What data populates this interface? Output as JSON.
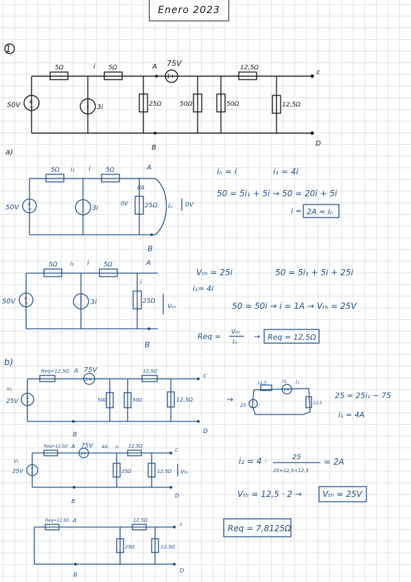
{
  "title": "Enero 2023",
  "problem_number": "1",
  "section_a": "a)",
  "section_b": "b)",
  "c1": {
    "r1": "5Ω",
    "i": "i",
    "r2": "5Ω",
    "a": "A",
    "vs2": "75V",
    "r5": "12,5Ω",
    "c": "c",
    "vs1": "50V",
    "dep": "3i",
    "r3": "25Ω",
    "r4": "50Ω",
    "r6": "50Ω",
    "r7": "12,5Ω",
    "b": "B",
    "d": "D"
  },
  "c2": {
    "r1": "5Ω",
    "i1": "i₁",
    "i": "i",
    "r2": "5Ω",
    "a": "A",
    "zero_a": "0A",
    "zero_v": "0V",
    "vs": "50V",
    "dep": "3i",
    "r3": "25Ω",
    "in": "iₙ",
    "zero_v2": "0V",
    "b": "B"
  },
  "c3": {
    "r1": "5Ω",
    "i1": "i₁",
    "i": "i",
    "r2": "5Ω",
    "a": "A",
    "vs": "50V",
    "dep": "3i",
    "i_branch": "i",
    "r3": "25Ω",
    "vth": "Vₜₕ",
    "b": "B"
  },
  "c4": {
    "req": "Req=12,5Ω",
    "a": "A",
    "vs": "75V",
    "r5": "12,5Ω",
    "c": "c",
    "v_label": "Vₐ",
    "v_value": "25V",
    "r4": "50Ω",
    "r6": "50Ω",
    "r7": "12,5Ω",
    "b": "B",
    "d": "D"
  },
  "c5": {
    "req": "Req=12,5Ω",
    "a": "A",
    "vs": "75V",
    "i_label": "4A",
    "i2": "i₂",
    "r5": "12,5Ω",
    "c": "c",
    "v_label": "Vₐ",
    "v_value": "25V",
    "r3": "25Ω",
    "r7": "12,5Ω",
    "vth": "Vₜₕ",
    "b": "B",
    "d": "D"
  },
  "c6": {
    "req": "Req=12,5Ω",
    "a": "A",
    "r5": "12,5Ω",
    "c": "c",
    "r3": "25Ω",
    "r7": "12,5Ω",
    "b": "B",
    "d": "D"
  },
  "mini": {
    "r1": "12,5",
    "vs": "75",
    "i1": "i₁",
    "src": "25",
    "r2": "12,5"
  },
  "eq": {
    "a1": "iₙ = i",
    "a2": "i₁ = 4i",
    "a3": "50 = 5i₁ + 5i  →  50 = 20i + 5i",
    "a4a": "i =",
    "a4b": "2A = iₙ",
    "b1": "Vₜₕ = 25i",
    "b2": "50 = 5i₁ + 5i + 25i",
    "b3": "i₁= 4i",
    "b4": "50 = 50i  →  i = 1A  →  Vₜₕ = 25V",
    "b5a": "Req =",
    "b5n": "Vₜₕ",
    "b5d": "Iₙ",
    "b5b": "→",
    "b5c": "Req = 12,5Ω",
    "c1": "→",
    "c2": "25 = 25i₁ − 75",
    "c3": "i₁ = 4A",
    "d1a": "i₂ = 4 ·",
    "d1n": "25",
    "d1d": "25+12,5+12,5",
    "d1b": "= 2A",
    "d2a": "Vₜₕ = 12,5 · 2  →",
    "d2b": "Vₜₕ = 25V",
    "e1": "Req = 7,8125Ω"
  }
}
